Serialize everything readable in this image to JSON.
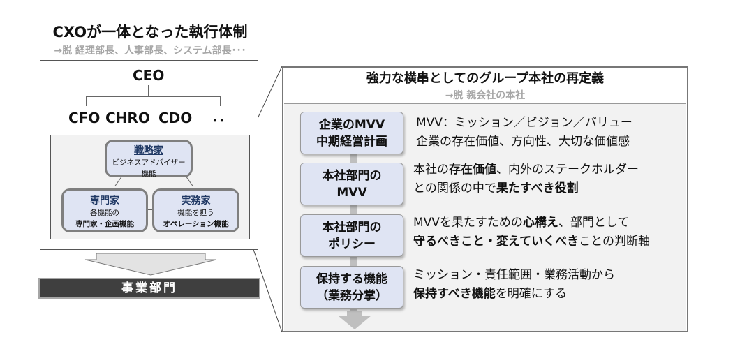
{
  "left": {
    "title": "CXOが一体となった執行体制",
    "subtitle": "→脱 経理部長、人事部長、システム部長･･･",
    "org": {
      "top": "CEO",
      "children": [
        "CFO",
        "CHRO",
        "CDO",
        "･･"
      ]
    },
    "functions": {
      "strategist": {
        "heading": "戦略家",
        "line1": "ビジネスアドバイザー",
        "line2": "機能"
      },
      "specialist": {
        "heading": "専門家",
        "line1": "各機能の",
        "line2": "専門家・企画機能"
      },
      "practitioner": {
        "heading": "実務家",
        "line1": "機能を担う",
        "line2": "オペレーション機能"
      }
    },
    "business_unit": "事業部門"
  },
  "right": {
    "title": "強力な横串としてのグループ本社の再定義",
    "subtitle": "→脱 親会社の本社",
    "rows": [
      {
        "box_line1": "企業のMVV",
        "box_line2": "中期経営計画",
        "desc_line1": [
          {
            "t": "MVV：ミッション／ビジョン／バリュー",
            "b": false
          }
        ],
        "desc_line2": [
          {
            "t": "企業の存在価値、方向性、大切な価値感",
            "b": false
          }
        ]
      },
      {
        "box_line1": "本社部門の",
        "box_line2": "MVV",
        "desc_line1": [
          {
            "t": "本社の",
            "b": false
          },
          {
            "t": "存在価値",
            "b": true
          },
          {
            "t": "、内外のステークホルダー",
            "b": false
          }
        ],
        "desc_line2": [
          {
            "t": "との関係の中で",
            "b": false
          },
          {
            "t": "果たすべき役割",
            "b": true
          }
        ]
      },
      {
        "box_line1": "本社部門の",
        "box_line2": "ポリシー",
        "desc_line1": [
          {
            "t": "MVVを果たすための",
            "b": false
          },
          {
            "t": "心構え",
            "b": true
          },
          {
            "t": "、部門として",
            "b": false
          }
        ],
        "desc_line2": [
          {
            "t": "守るべきこと・変えていくべき",
            "b": true
          },
          {
            "t": "ことの判断軸",
            "b": false
          }
        ]
      },
      {
        "box_line1": "保持する機能",
        "box_line2": "（業務分掌）",
        "desc_line1": [
          {
            "t": "ミッション・責任範囲・業務活動から",
            "b": false
          }
        ],
        "desc_line2": [
          {
            "t": "保持すべき機能",
            "b": true
          },
          {
            "t": "を明確にする",
            "b": false
          }
        ]
      }
    ]
  },
  "colors": {
    "box_fill": "#dfe4f3",
    "heading_navy": "#1f3864",
    "panel_gray": "#f2f2f2",
    "bar_dark": "#3f3f3f",
    "subtitle_gray": "#a6a6a6"
  }
}
